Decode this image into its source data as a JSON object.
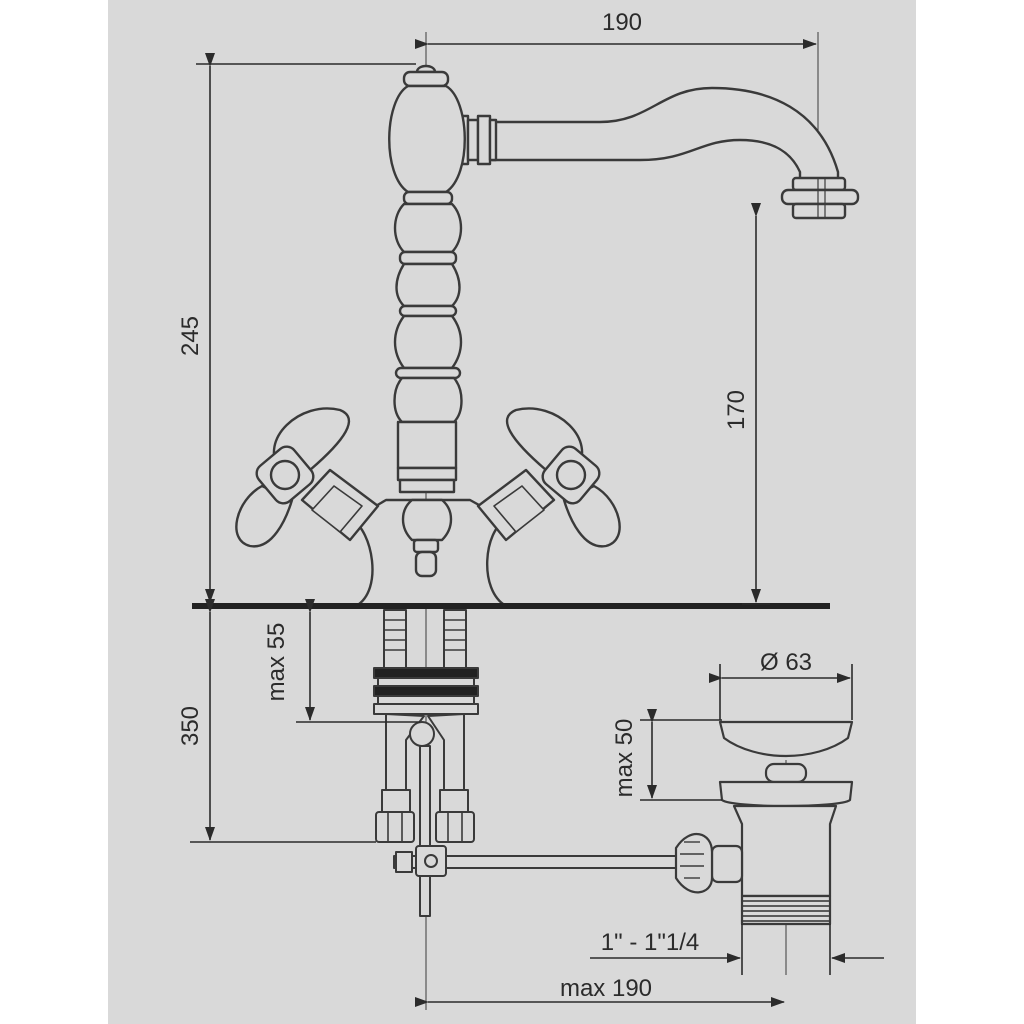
{
  "colors": {
    "background": "#d9d9d9",
    "margin": "#ffffff",
    "line": "#3a3a3a",
    "dark": "#222222"
  },
  "dimensions": {
    "spout_reach": "190",
    "total_height": "245",
    "spout_height": "170",
    "max_deck_thickness": "max 55",
    "hose_length": "350",
    "plug_diameter": "Ø 63",
    "max_plug_height": "max 50",
    "waste_thread": "1\" - 1\"1/4",
    "max_rod_length": "max 190"
  }
}
